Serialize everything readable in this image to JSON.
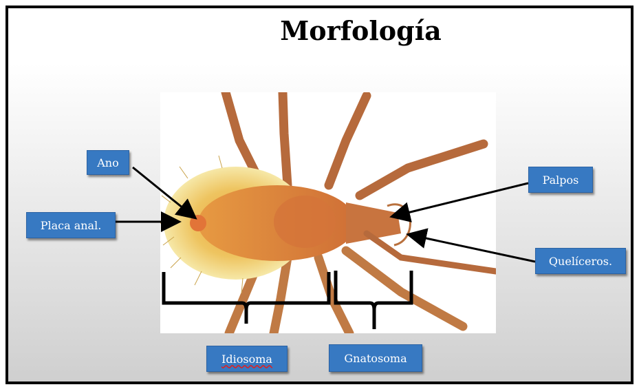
{
  "title": "Morfología",
  "labels": {
    "ano": "Ano",
    "placa_anal": "Placa anal.",
    "palpos": "Palpos",
    "queliceros": "Quelíceros.",
    "idiosoma": "Idiosoma",
    "gnatosoma": "Gnatosoma"
  },
  "colors": {
    "label_bg": "#3779c2",
    "label_text": "#ffffff",
    "body_orange": "#d98a3a",
    "hair_yellow": "#e8c04a",
    "leg_brown": "#b8673a"
  }
}
